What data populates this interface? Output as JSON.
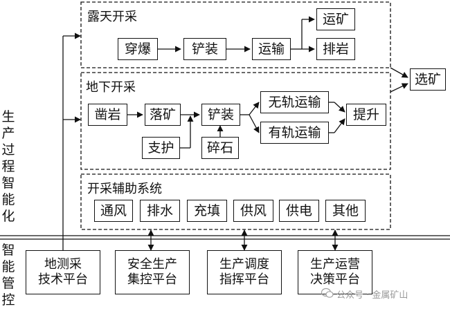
{
  "sections": {
    "open_pit": "露天开采",
    "underground": "地下开采",
    "auxiliary": "开采辅助系统"
  },
  "open_pit_steps": {
    "drill_blast": "穿爆",
    "shovel_load": "铲装",
    "transport": "运输",
    "ore_haul": "运矿",
    "waste_dump": "排岩"
  },
  "underground_steps": {
    "rock_drill": "凿岩",
    "ore_drop": "落矿",
    "shovel_load": "铲装",
    "trackless": "无轨运输",
    "tracked": "有轨运输",
    "hoist": "提升",
    "support": "支护",
    "crush": "碎石"
  },
  "auxiliary_items": [
    "通风",
    "排水",
    "充填",
    "供风",
    "供电",
    "其他"
  ],
  "processing": "选矿",
  "layer_labels": {
    "production": "生产过程智能化",
    "management": "智能管控"
  },
  "platforms": [
    "地测采\n技术平台",
    "安全生产\n集控平台",
    "生产调度\n指挥平台",
    "生产运营\n决策平台"
  ],
  "watermark": "公众号 · 金属矿山"
}
